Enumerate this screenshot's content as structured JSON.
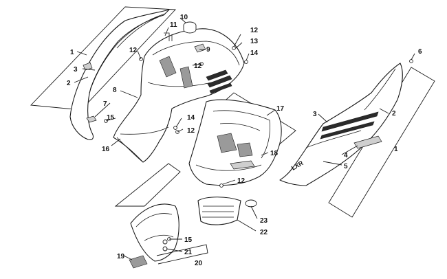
{
  "diagram": {
    "callouts": {
      "c1a": "1",
      "c2a": "2",
      "c3a": "3",
      "c7": "7",
      "c15a": "15",
      "c16": "16",
      "c8": "8",
      "c11": "11",
      "c10": "10",
      "c12a": "12",
      "c9": "9",
      "c12b": "12",
      "c12c": "12",
      "c13": "13",
      "c14a": "14",
      "c14b": "14",
      "c12d": "12",
      "c17": "17",
      "c18": "18",
      "c12e": "12",
      "c6": "6",
      "c3b": "3",
      "c2b": "2",
      "c4": "4",
      "c5": "5",
      "c1b": "1",
      "c23": "23",
      "c22": "22",
      "c15b": "15",
      "c21": "21",
      "c19": "19",
      "c20": "20"
    },
    "decal_text": "LXR"
  }
}
